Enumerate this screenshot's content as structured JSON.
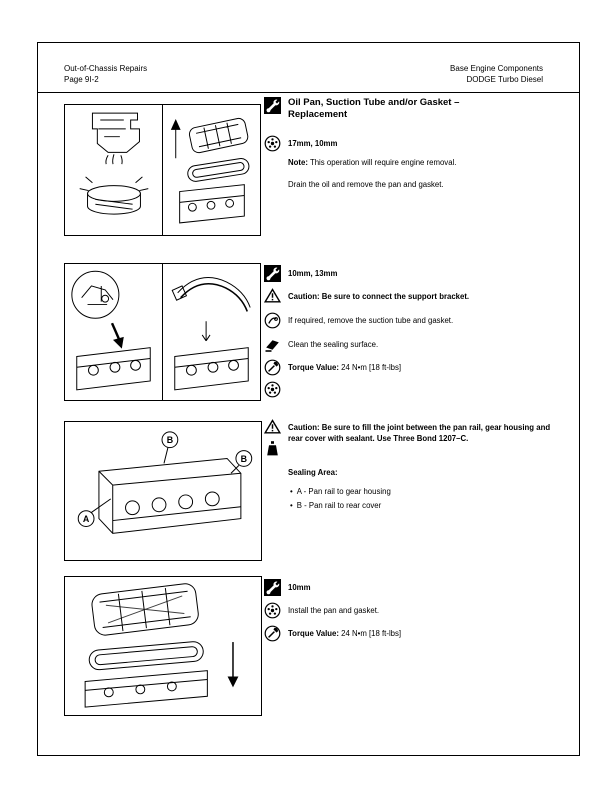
{
  "header": {
    "left_line1": "Out-of-Chassis Repairs",
    "left_line2": "Page 9I-2",
    "right_line1": "Base Engine Components",
    "right_line2": "DODGE Turbo Diesel"
  },
  "s1": {
    "heading_line1": "Oil Pan, Suction Tube and/or Gasket –",
    "heading_line2": "Replacement",
    "sizes": "17mm, 10mm",
    "note_label": "Note:",
    "note_text": " This operation will require engine removal.",
    "step1": "Drain the oil and remove the pan and gasket."
  },
  "s2": {
    "sizes": "10mm, 13mm",
    "caution_label": "Caution:",
    "caution_text": " Be sure to connect the support bracket.",
    "step1": "If required, remove the suction tube and gasket.",
    "step2": "Clean the sealing surface.",
    "torque_label": "Torque Value:",
    "torque_value": " 24 N•m [18 ft-lbs]"
  },
  "s3": {
    "caution_label": "Caution:",
    "caution_text": " Be sure to fill the joint between the pan rail, gear housing and rear cover with sealant. Use Three Bond 1207–C.",
    "sealing_label": "Sealing Area:",
    "bullet": "•",
    "item_a": "A - Pan rail to gear housing",
    "item_b": "B - Pan rail to rear cover",
    "callout_a": "A",
    "callout_b": "B"
  },
  "s4": {
    "sizes": "10mm",
    "step1": "Install the pan and gasket.",
    "torque_label": "Torque Value:",
    "torque_value": " 24 N•m [18 ft-lbs]"
  },
  "icons": {
    "wrench": "wrench-icon",
    "socket": "socket-icon",
    "warning": "warning-icon",
    "tool_circle": "tool-circle-icon",
    "scraper": "scraper-icon",
    "torque": "torque-wrench-icon",
    "sealant": "sealant-tube-icon"
  },
  "colors": {
    "ink": "#000000",
    "paper": "#ffffff"
  }
}
